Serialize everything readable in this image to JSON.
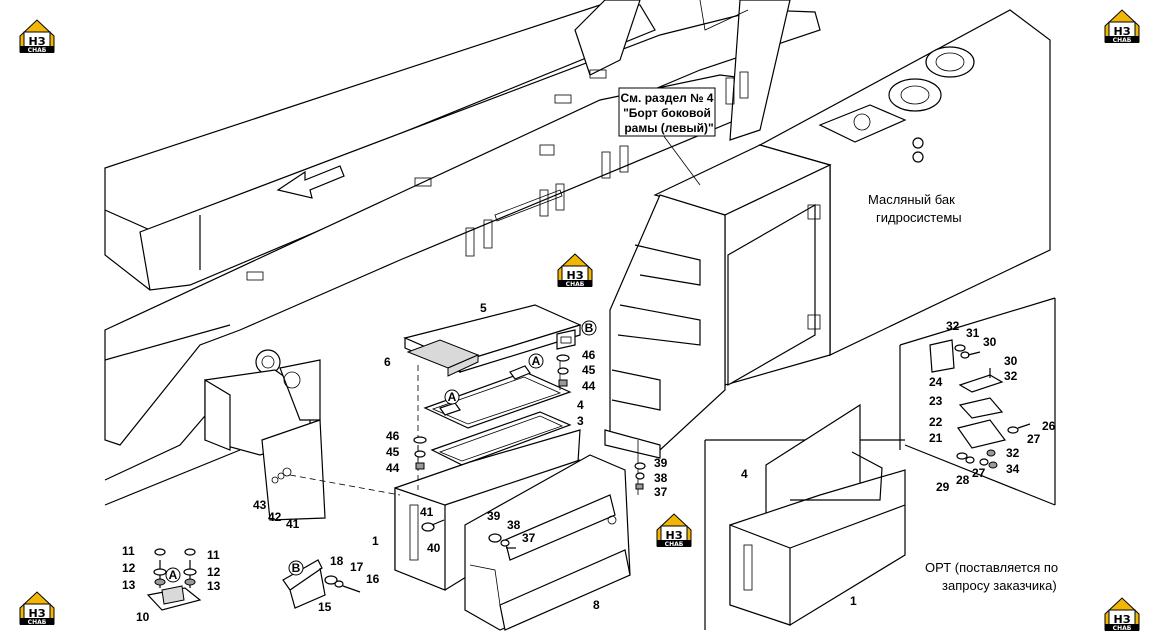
{
  "logo": {
    "mark": "НЗ",
    "sub": "СНАБ"
  },
  "callout": {
    "line1": "См. раздел № 4",
    "line2": "\"Борт боковой",
    "line3": "рамы (левый)\""
  },
  "oil_tank": {
    "line1": "Масляный бак",
    "line2": "гидросистемы"
  },
  "option": {
    "line1": "ОРТ (поставляется по",
    "line2": "запросу заказчика)"
  },
  "letters": {
    "a": "A",
    "b": "B"
  },
  "labels": {
    "n1": "1",
    "n3": "3",
    "n4": "4",
    "n5": "5",
    "n6": "6",
    "n8": "8",
    "n10": "10",
    "n11": "11",
    "n12": "12",
    "n13": "13",
    "n15": "15",
    "n16": "16",
    "n17": "17",
    "n18": "18",
    "n21": "21",
    "n22": "22",
    "n23": "23",
    "n24": "24",
    "n26": "26",
    "n27": "27",
    "n28": "28",
    "n29": "29",
    "n30": "30",
    "n31": "31",
    "n32": "32",
    "n34": "34",
    "n37": "37",
    "n38": "38",
    "n39": "39",
    "n40": "40",
    "n41": "41",
    "n42": "42",
    "n43": "43",
    "n44": "44",
    "n45": "45",
    "n46": "46"
  }
}
